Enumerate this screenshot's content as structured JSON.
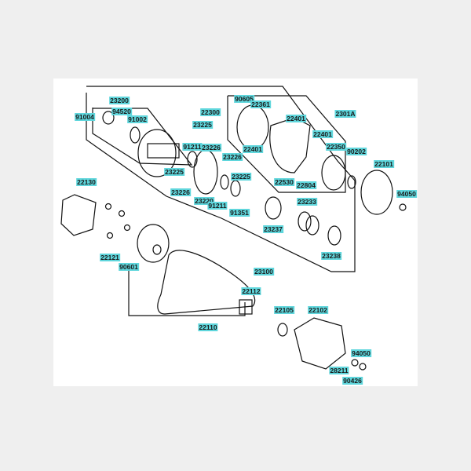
{
  "title": "Clutch / driven pulley / V-belt exploded parts diagram",
  "accent_color": "#5fd6dc",
  "part_labels": [
    "23200",
    "91004",
    "94520",
    "91002",
    "22300",
    "90605",
    "22361",
    "2301A",
    "23225",
    "22401",
    "91211",
    "23226",
    "22401",
    "22401",
    "22350",
    "90202",
    "22101",
    "23226",
    "23225",
    "23225",
    "22530",
    "22804",
    "23226",
    "23220",
    "91211",
    "91351",
    "23233",
    "94050",
    "23237",
    "23238",
    "22130",
    "22121",
    "90601",
    "23100",
    "22112",
    "22105",
    "22102",
    "22110",
    "94050",
    "28211",
    "90426"
  ]
}
